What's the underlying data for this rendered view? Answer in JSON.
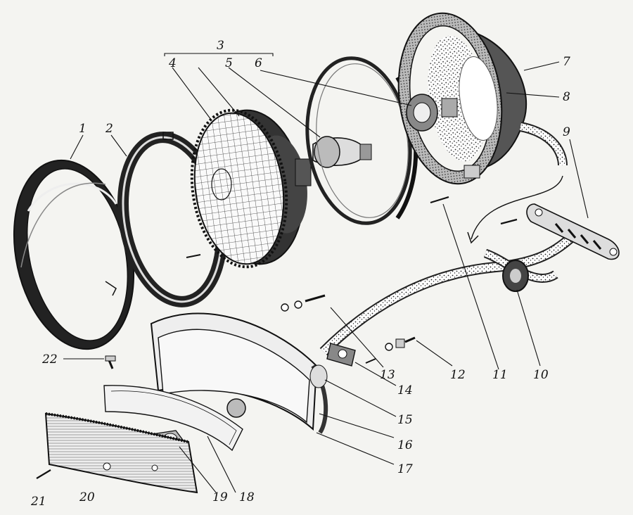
{
  "figure": {
    "ink_color": "#111111",
    "paper_color": "#f4f4f1",
    "callouts": [
      {
        "id": "1",
        "label": "1"
      },
      {
        "id": "2",
        "label": "2"
      },
      {
        "id": "3",
        "label": "3"
      },
      {
        "id": "4",
        "label": "4"
      },
      {
        "id": "5",
        "label": "5"
      },
      {
        "id": "6",
        "label": "6"
      },
      {
        "id": "7",
        "label": "7"
      },
      {
        "id": "8",
        "label": "8"
      },
      {
        "id": "9",
        "label": "9"
      },
      {
        "id": "10",
        "label": "10"
      },
      {
        "id": "11",
        "label": "11"
      },
      {
        "id": "12",
        "label": "12"
      },
      {
        "id": "13",
        "label": "13"
      },
      {
        "id": "14",
        "label": "14"
      },
      {
        "id": "15",
        "label": "15"
      },
      {
        "id": "16",
        "label": "16"
      },
      {
        "id": "17",
        "label": "17"
      },
      {
        "id": "18",
        "label": "18"
      },
      {
        "id": "19",
        "label": "19"
      },
      {
        "id": "20",
        "label": "20"
      },
      {
        "id": "21",
        "label": "21"
      },
      {
        "id": "22",
        "label": "22"
      }
    ]
  }
}
